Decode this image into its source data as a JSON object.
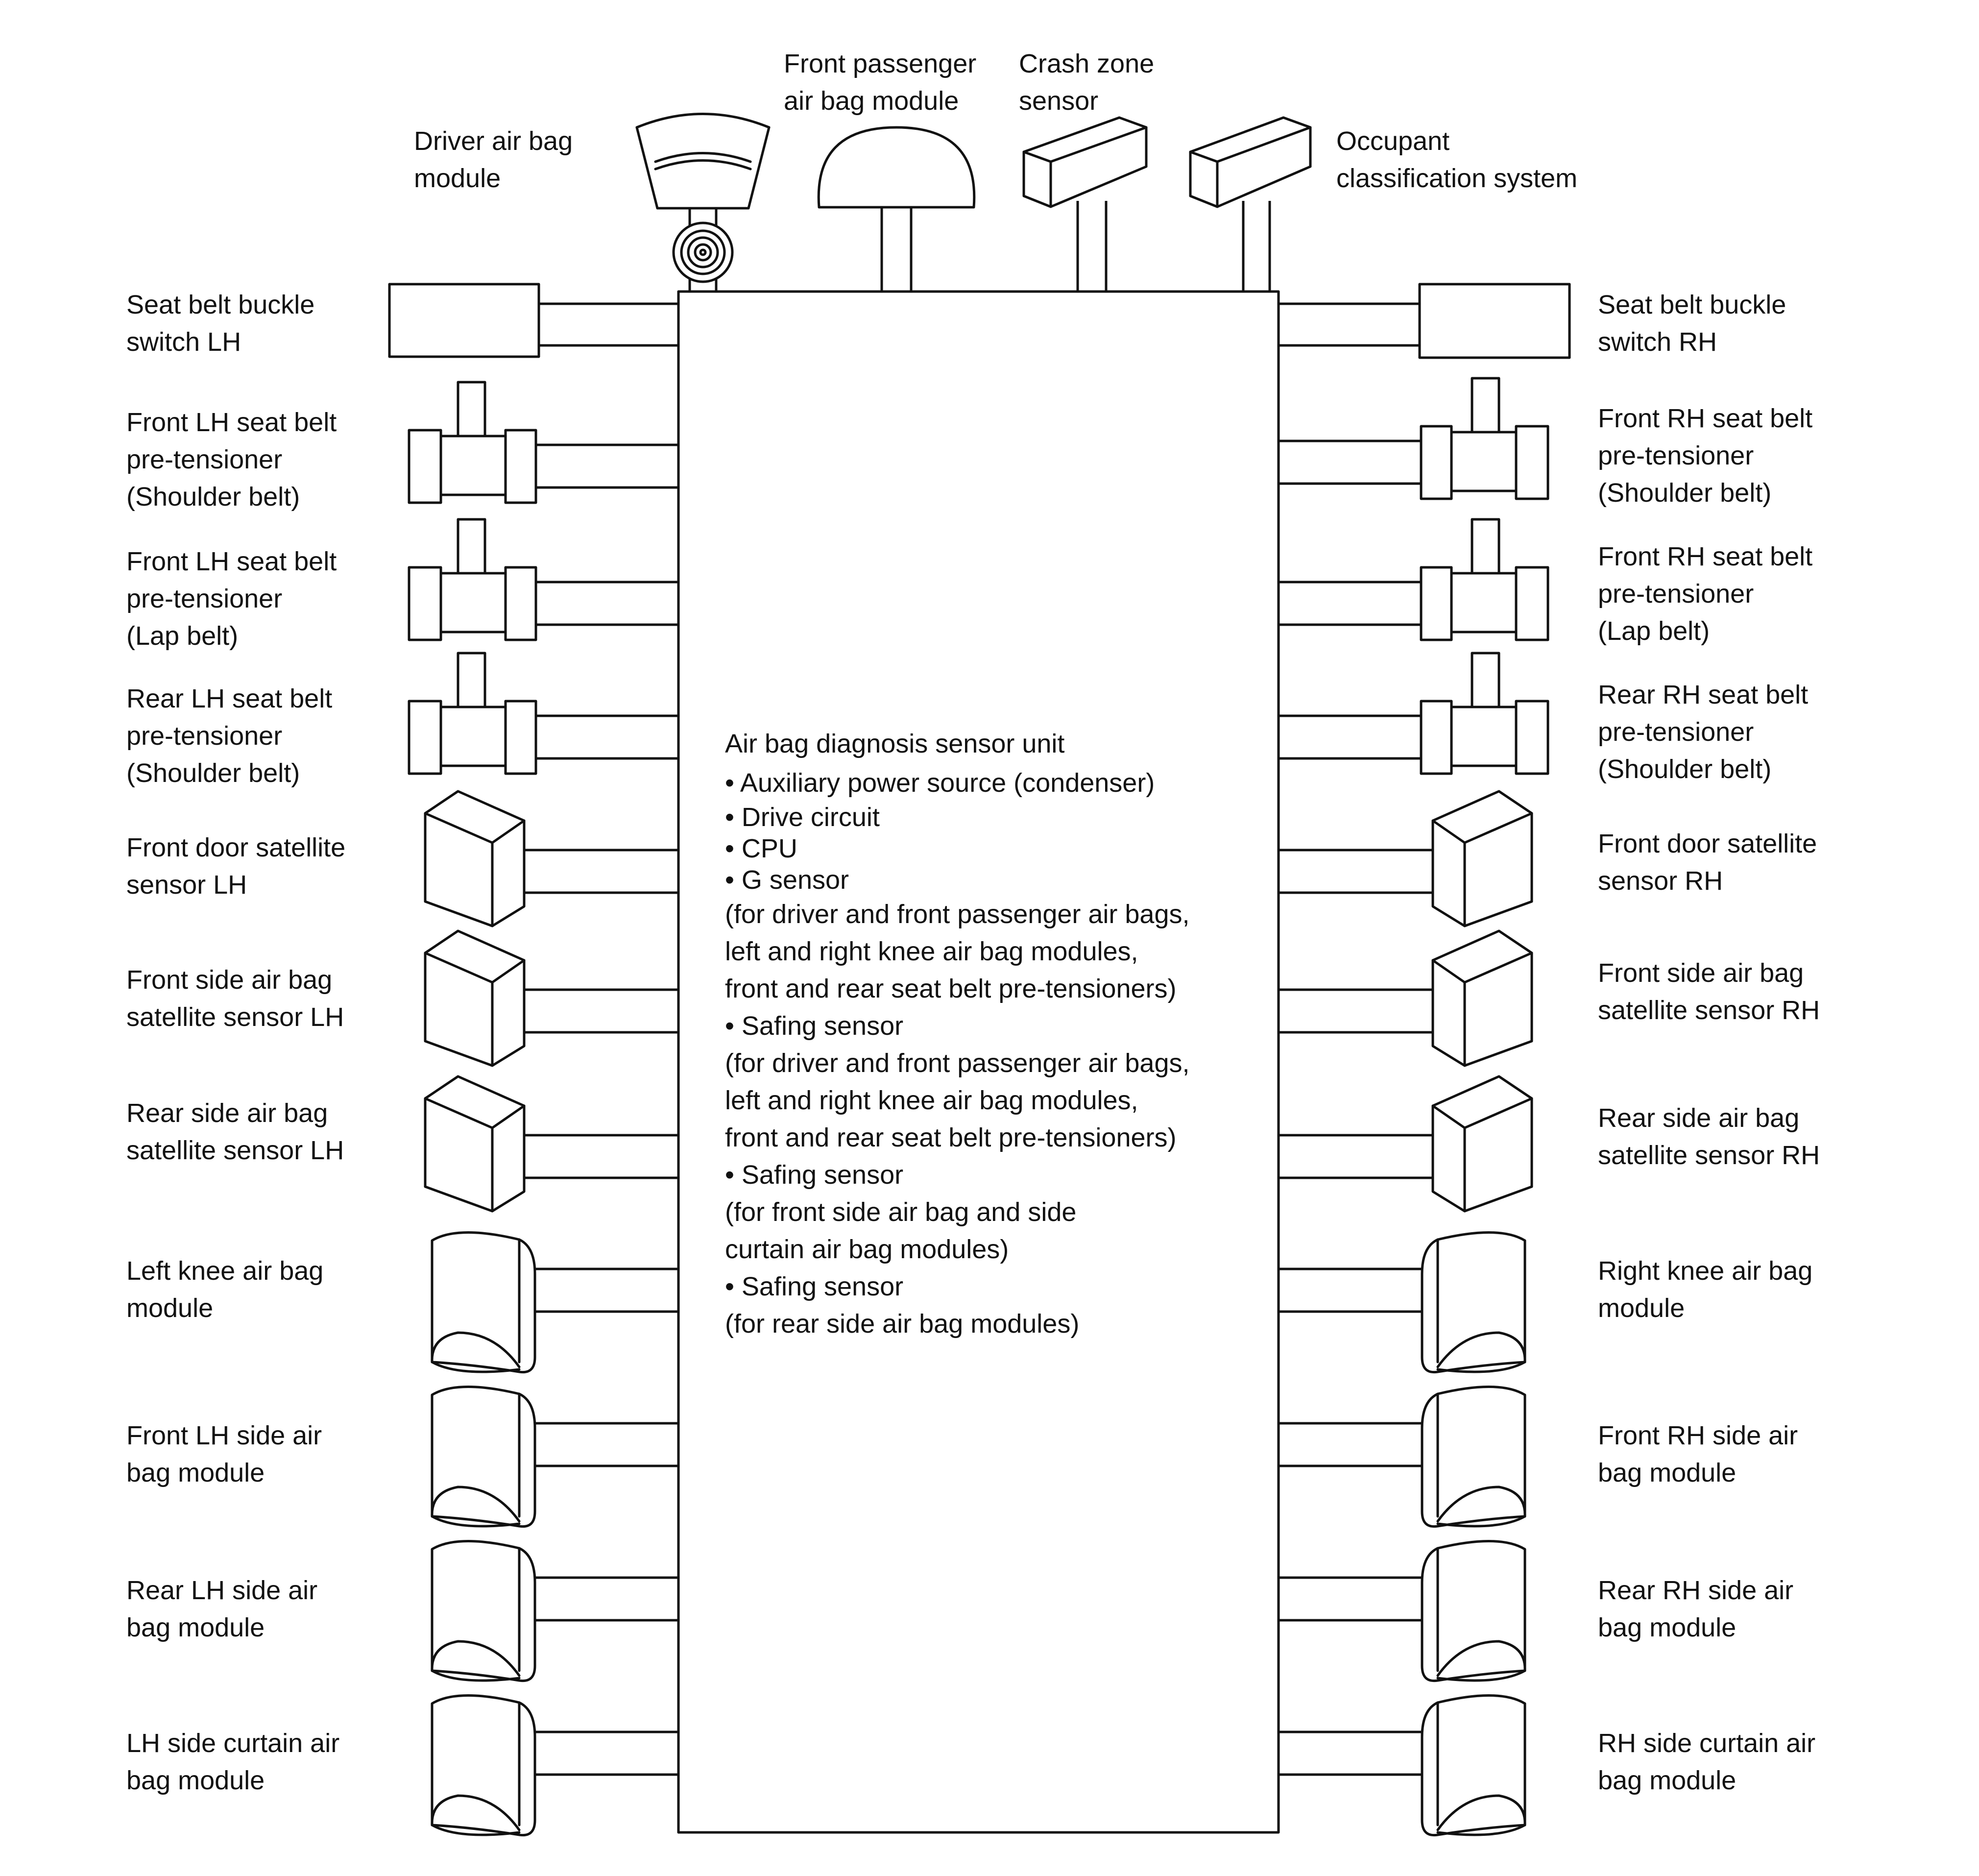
{
  "unit": {
    "title": "Air bag diagnosis sensor unit",
    "lines": [
      "• Auxiliary power source (condenser)",
      "• Drive circuit",
      "• CPU",
      "• G sensor",
      "(for driver and front passenger air bags,",
      "left and right knee air bag modules,",
      "front and rear seat belt pre-tensioners)",
      "• Safing sensor",
      "(for driver and front passenger air bags,",
      "left and right knee air bag modules,",
      "front and rear seat belt pre-tensioners)",
      "• Safing sensor",
      "(for front side air bag and side",
      "curtain air bag modules)",
      "• Safing sensor",
      "(for rear side air bag modules)"
    ]
  },
  "top": {
    "driver": [
      "Driver air bag",
      "module"
    ],
    "passenger": [
      "Front passenger",
      "air bag module"
    ],
    "crash": [
      "Crash zone",
      "sensor"
    ],
    "occupant": [
      "Occupant",
      "classification system"
    ]
  },
  "left": [
    [
      "Seat belt buckle",
      "switch LH"
    ],
    [
      "Front LH seat belt",
      "pre-tensioner",
      "(Shoulder belt)"
    ],
    [
      "Front LH seat belt",
      "pre-tensioner",
      "(Lap belt)"
    ],
    [
      "Rear LH seat belt",
      "pre-tensioner",
      "(Shoulder belt)"
    ],
    [
      "Front door satellite",
      "sensor LH"
    ],
    [
      "Front side air bag",
      "satellite sensor LH"
    ],
    [
      "Rear side air bag",
      "satellite sensor LH"
    ],
    [
      "Left knee air bag",
      "module"
    ],
    [
      "Front LH side air",
      "bag module"
    ],
    [
      "Rear LH side air",
      "bag module"
    ],
    [
      "LH side curtain air",
      "bag module"
    ]
  ],
  "right": [
    [
      "Seat belt buckle",
      "switch RH"
    ],
    [
      "Front RH seat belt",
      "pre-tensioner",
      "(Shoulder belt)"
    ],
    [
      "Front RH seat belt",
      "pre-tensioner",
      "(Lap belt)"
    ],
    [
      "Rear RH seat belt",
      "pre-tensioner",
      "(Shoulder belt)"
    ],
    [
      "Front door satellite",
      "sensor RH"
    ],
    [
      "Front side air bag",
      "satellite sensor RH"
    ],
    [
      "Rear side air bag",
      "satellite sensor RH"
    ],
    [
      "Right knee air bag",
      "module"
    ],
    [
      "Front RH side air",
      "bag module"
    ],
    [
      "Rear RH side air",
      "bag module"
    ],
    [
      "RH side curtain air",
      "bag module"
    ]
  ]
}
